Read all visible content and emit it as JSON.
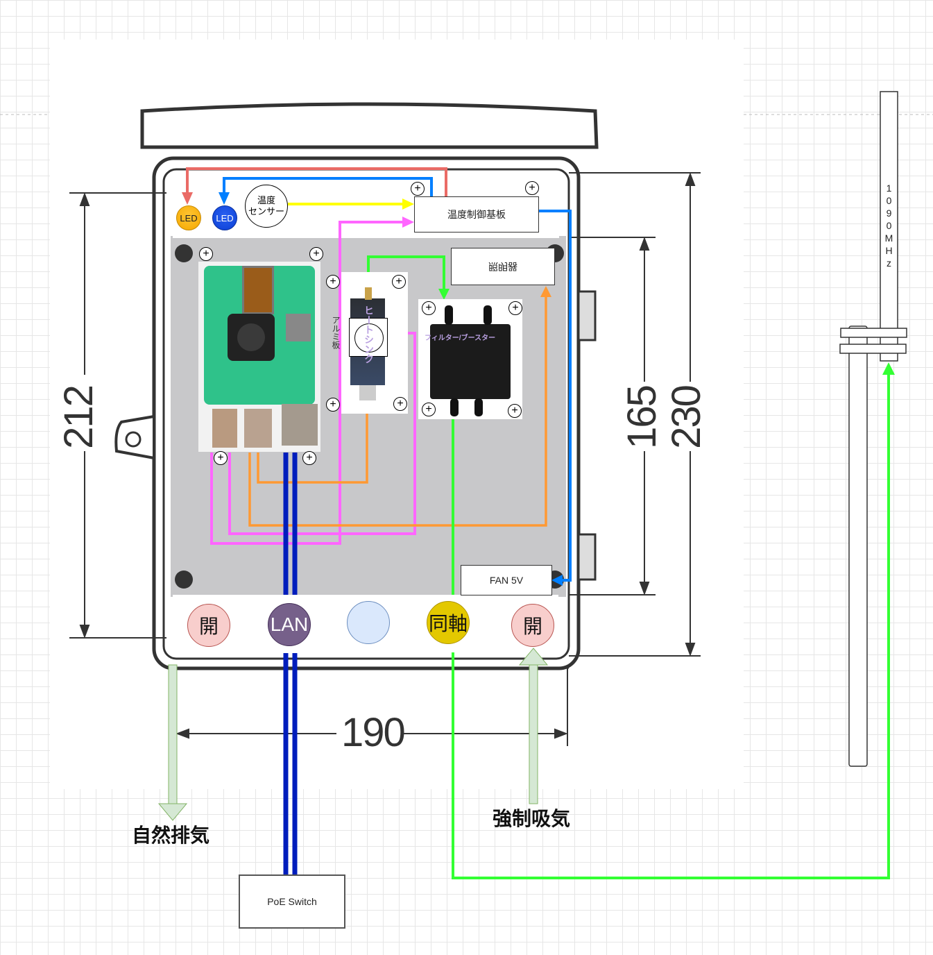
{
  "diagram": {
    "title": "Enclosure wiring layout",
    "dimensions": {
      "height_inner": "212",
      "height_mid": "165",
      "height_outer": "230",
      "width": "190"
    },
    "top_strip": {
      "led_orange": {
        "label": "LED",
        "color": "#f5a800"
      },
      "led_blue": {
        "label": "LED",
        "color": "#0a3fd6"
      },
      "temp_sensor": {
        "label_line1": "温度",
        "label_line2": "センサー"
      },
      "controller_board": {
        "label": "温度制御基板"
      }
    },
    "components": {
      "raspberry_pi": {
        "name": "Raspberry Pi with PoE HAT"
      },
      "aluminum_plate": {
        "label": "アルミ板"
      },
      "heatsink": {
        "label": "ヒートシンク"
      },
      "sdr_dongle": {
        "name": "SDR USB dongle"
      },
      "filter_booster": {
        "label": "フィルター/ブースター"
      },
      "upside_down_box": {
        "label": "照明器"
      },
      "fan": {
        "label": "FAN 5V"
      }
    },
    "bottom_ports": [
      {
        "label": "開",
        "fill": "#f8cecc",
        "stroke": "#b85450",
        "text_color": "#111"
      },
      {
        "label": "LAN",
        "fill": "#76608a",
        "stroke": "#432d57",
        "text_color": "#ffffff"
      },
      {
        "label": "",
        "fill": "#dae8fc",
        "stroke": "#6c8ebf",
        "text_color": "#111"
      },
      {
        "label": "同軸",
        "fill": "#e3c800",
        "stroke": "#b09500",
        "text_color": "#111"
      },
      {
        "label": "開",
        "fill": "#f8cecc",
        "stroke": "#b85450",
        "text_color": "#111"
      }
    ],
    "airflow": {
      "exhaust_label": "自然排気",
      "intake_label": "強制吸気"
    },
    "poe_switch": {
      "label": "PoE Switch"
    },
    "antenna": {
      "label": "1090MHz",
      "chars": [
        "1",
        "0",
        "9",
        "0",
        "M",
        "H",
        "z"
      ]
    },
    "wire_colors": {
      "red": "#ea6b66",
      "blue": "#007fff",
      "yellow": "#ffff00",
      "pink": "#ff66ff",
      "orange": "#ff9933",
      "green": "#33ff33",
      "lan_blue": "#001dbc",
      "airflow": "#d5e8d4"
    }
  }
}
